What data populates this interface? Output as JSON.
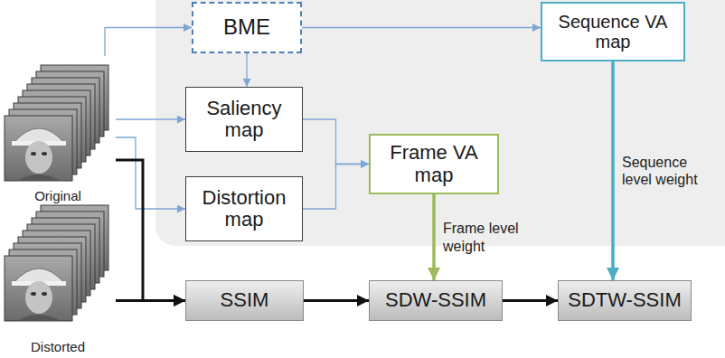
{
  "diagram": {
    "nodes": [
      {
        "text": [
          "Original"
        ]
      },
      {
        "text": [
          "Distorted"
        ]
      },
      {
        "text": [
          "BME"
        ]
      },
      {
        "text": [
          "Saliency map"
        ]
      },
      {
        "text": [
          "Distortion map"
        ]
      },
      {
        "text": [
          "Frame VA map"
        ]
      },
      {
        "text": [
          "Sequence VA map"
        ]
      },
      {
        "text": [
          "SSIM"
        ]
      },
      {
        "text": [
          "SDW-SSIM"
        ]
      },
      {
        "text": [
          "SDTW-SSIM"
        ]
      }
    ],
    "edges": [
      {
        "from": 0,
        "to": 2,
        "arrow": "to"
      },
      {
        "from": 2,
        "to": 6,
        "arrow": "to"
      },
      {
        "from": 2,
        "to": 3,
        "arrow": "to"
      },
      {
        "from": 0,
        "to": 3,
        "arrow": "to"
      },
      {
        "from": 0,
        "to": 4,
        "arrow": "to"
      },
      {
        "from": 3,
        "to": 5,
        "arrow": "to"
      },
      {
        "from": 4,
        "to": 5,
        "arrow": "to"
      },
      {
        "from": 0,
        "to": 7,
        "arrow": "to"
      },
      {
        "from": 1,
        "to": 7,
        "arrow": "to"
      },
      {
        "from": 5,
        "to": 8,
        "label": "Frame level weight",
        "arrow": "to"
      },
      {
        "from": 6,
        "to": 9,
        "label": "Sequence level weight",
        "arrow": "to"
      },
      {
        "from": 7,
        "to": 8,
        "arrow": "to"
      },
      {
        "from": 8,
        "to": 9,
        "arrow": "to"
      }
    ]
  }
}
